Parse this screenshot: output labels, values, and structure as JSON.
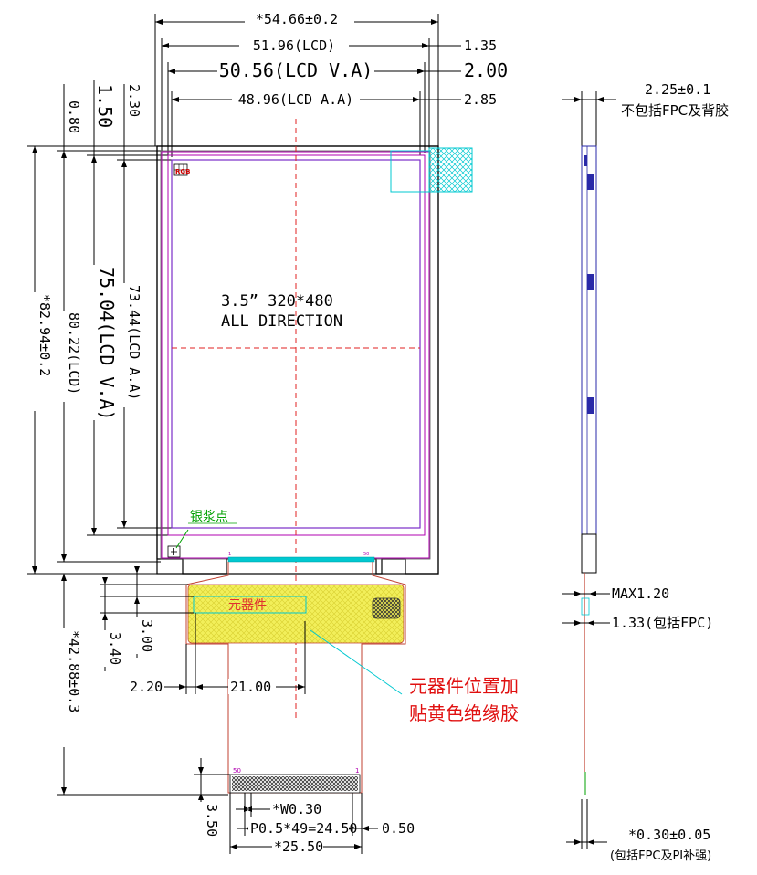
{
  "colors": {
    "outline": "#000000",
    "lcd_magenta": "#b000b0",
    "active_area_purple": "#7a2cc8",
    "centerline_red": "#e02020",
    "fpc_copper": "#c04030",
    "insulation_yellow": "#f2ef5a",
    "pad_cyan": "#00c8d0",
    "silver_green": "#00a000",
    "note_red": "#e01010",
    "side_blue": "#2a2aa8"
  },
  "top_dims": {
    "overall_width": "*54.66±0.2",
    "lcd_width": "51.96(LCD)",
    "lcd_view_area": "50.56(LCD V.A)",
    "lcd_active_area": "48.96(LCD A.A)",
    "right_1": "1.35",
    "right_2": "2.00",
    "right_3": "2.85"
  },
  "left_dims": {
    "offset_1": "0.80",
    "offset_2": "1.50",
    "offset_3": "2.30",
    "lcd_active_height": "73.44(LCD A.A)",
    "lcd_view_height": "75.04(LCD V.A)",
    "lcd_height": "80.22(LCD)",
    "overall_height": "*82.94±0.2",
    "fpc_length": "*42.88±0.3"
  },
  "screen": {
    "line1": "3.5” 320*480",
    "line2": "ALL DIRECTION",
    "rgb_label": "RGB",
    "silver_dot_label": "银浆点",
    "fpc_left_mark": "1",
    "fpc_right_mark": "50"
  },
  "fpc": {
    "component_label": "元器件",
    "dim_3_00": "3.00",
    "dim_3_40": "3.40",
    "dim_2_20": "2.20",
    "dim_21_00": "21.00",
    "note_line1": "元器件位置加",
    "note_line2": "贴黄色绝缘胶",
    "pin_label_left": "50",
    "pin_label_right": "1",
    "dim_3_50": "3.50",
    "dim_w030": "*W0.30",
    "dim_pitch": "P0.5*49=24.50",
    "dim_050": "0.50",
    "dim_25_50": "*25.50"
  },
  "side": {
    "thickness": "2.25±0.1",
    "thickness_note": "不包括FPC及背胶",
    "max_dim": "MAX1.20",
    "with_fpc": "1.33(包括FPC)",
    "fpc_thickness": "*0.30±0.05",
    "fpc_thickness_note": "(包括FPC及PI补强)"
  }
}
